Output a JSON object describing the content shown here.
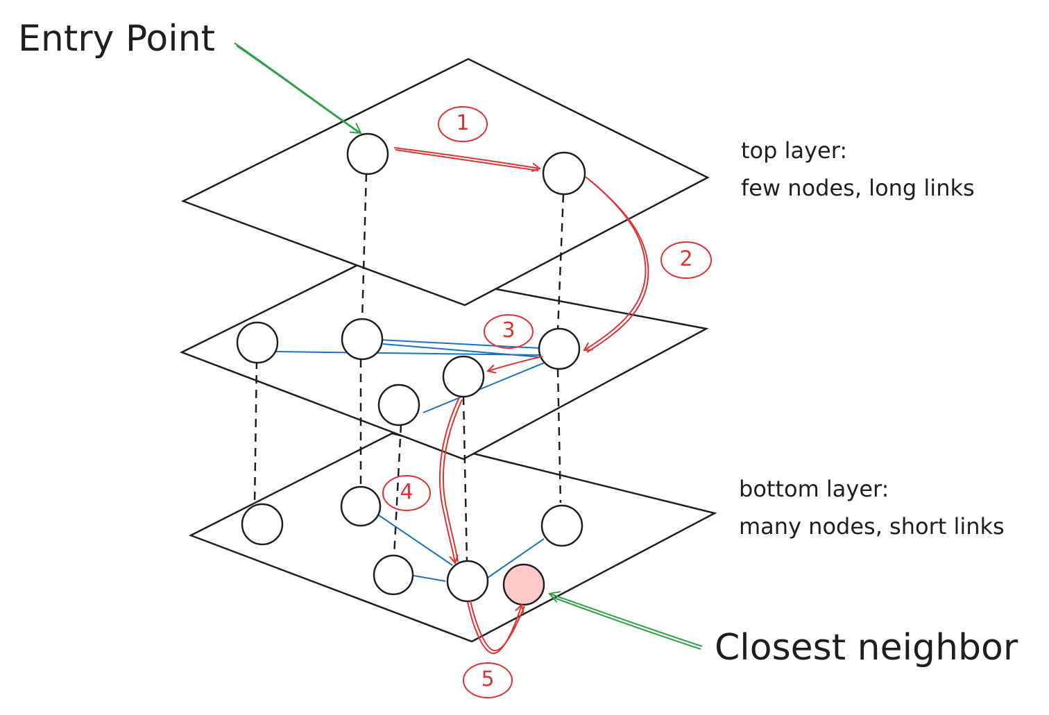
{
  "labels": {
    "entry_point": "Entry Point",
    "closest_neighbor": "Closest neighbor",
    "top_layer_title": "top layer:",
    "top_layer_desc": "few nodes, long links",
    "bottom_layer_title": "bottom layer:",
    "bottom_layer_desc": "many nodes, short links"
  },
  "steps": [
    "1",
    "2",
    "3",
    "4",
    "5"
  ],
  "colors": {
    "stroke": "#1e1e1e",
    "search_path": "#e03131",
    "links": "#1971c2",
    "pointer": "#2f9e44",
    "closest_fill": "#ffc9c9"
  }
}
